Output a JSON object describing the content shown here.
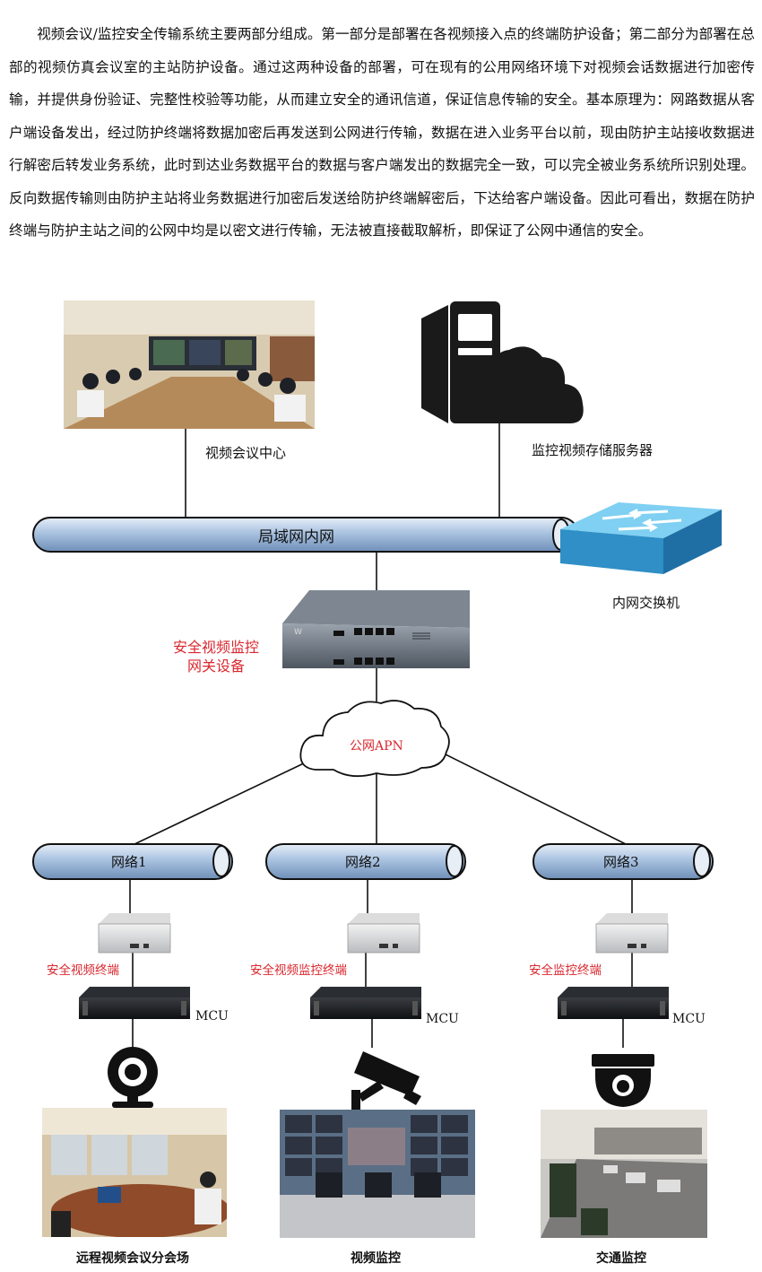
{
  "intro_text": "视频会议/监控安全传输系统主要两部分组成。第一部分是部署在各视频接入点的终端防护设备；第二部分为部署在总部的视频仿真会议室的主站防护设备。通过这两种设备的部署，可在现有的公用网络环境下对视频会话数据进行加密传输，并提供身份验证、完整性校验等功能，从而建立安全的通讯信道，保证信息传输的安全。基本原理为：网路数据从客户端设备发出，经过防护终端将数据加密后再发送到公网进行传输，数据在进入业务平台以前，现由防护主站接收数据进行解密后转发业务系统，此时到达业务数据平台的数据与客户端发出的数据完全一致，可以完全被业务系统所识别处理。反向数据传输则由防护主站将业务数据进行加密后发送给防护终端解密后，下达给客户端设备。因此可看出，数据在防护终端与防护主站之间的公网中均是以密文进行传输，无法被直接截取解析，即保证了公网中通信的安全。",
  "top": {
    "conference_center": "视频会议中心",
    "storage_server": "监控视频存储服务器",
    "lan_label": "局域网内网",
    "switch_label": "内网交换机",
    "gateway_label_line1": "安全视频监控",
    "gateway_label_line2": "网关设备",
    "cloud_label": "公网APN"
  },
  "branches": [
    {
      "network": "网络1",
      "terminal": "安全视频终端",
      "mcu": "MCU",
      "site": "远程视频会议分会场",
      "icon": "webcam-icon"
    },
    {
      "network": "网络2",
      "terminal": "安全视频监控终端",
      "mcu": "MCU",
      "site": "视频监控",
      "icon": "cctv-camera-icon"
    },
    {
      "network": "网络3",
      "terminal": "安全监控终端",
      "mcu": "MCU",
      "site": "交通监控",
      "icon": "dome-camera-icon"
    }
  ],
  "colors": {
    "pipe": "#9db8d8",
    "switch": "#3aa6dc",
    "accent_red": "#d9282f"
  }
}
